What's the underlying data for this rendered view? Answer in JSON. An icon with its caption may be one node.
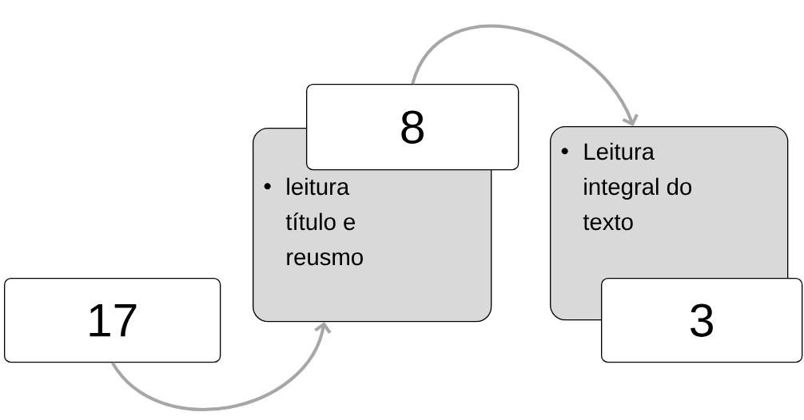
{
  "diagram": {
    "nodes": [
      {
        "text": [
          "17"
        ]
      },
      {
        "text": [
          "leitura título e reusmo"
        ]
      },
      {
        "text": [
          "8"
        ]
      },
      {
        "text": [
          "Leitura integral do texto"
        ]
      },
      {
        "text": [
          "3"
        ]
      }
    ],
    "edges": [
      {
        "from": 0,
        "to": 1,
        "arrow": "to"
      },
      {
        "from": 2,
        "to": 3,
        "arrow": "to"
      }
    ]
  }
}
